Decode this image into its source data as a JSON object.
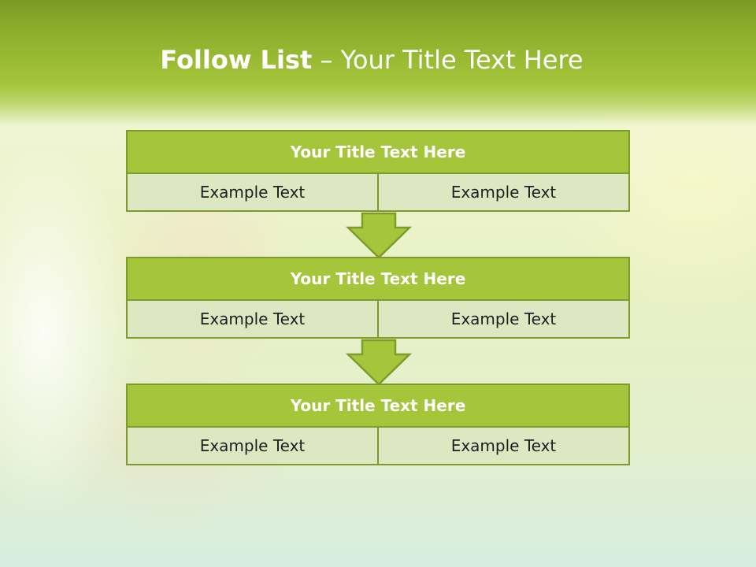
{
  "title": {
    "bold": "Follow List",
    "separator": "–",
    "rest": "Your Title Text Here"
  },
  "blocks": [
    {
      "title": "Your Title Text Here",
      "left": "Example Text",
      "right": "Example Text"
    },
    {
      "title": "Your Title Text Here",
      "left": "Example Text",
      "right": "Example Text"
    },
    {
      "title": "Your Title Text Here",
      "left": "Example Text",
      "right": "Example Text"
    }
  ],
  "colors": {
    "header": "#8fb02c",
    "block_title": "#a5c63b",
    "block_cell": "#dde8c3",
    "border": "#7e9b2c",
    "arrow": "#a5c63b"
  }
}
